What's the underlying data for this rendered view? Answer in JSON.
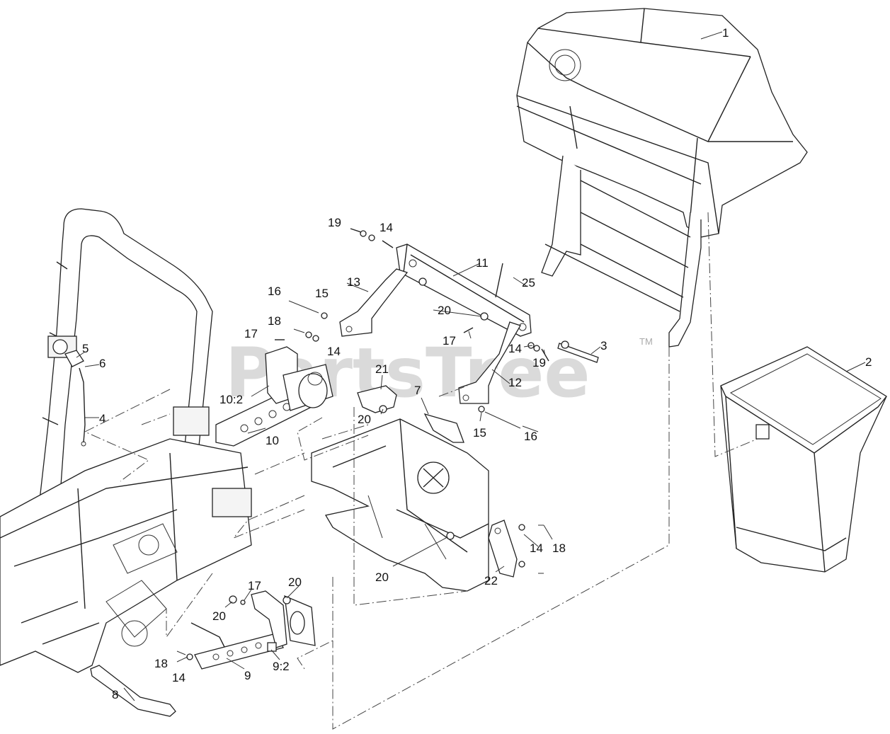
{
  "watermark": {
    "text": "PartsTree",
    "tm": "TM"
  },
  "callouts": [
    {
      "id": "c1",
      "text": "1"
    },
    {
      "id": "c2",
      "text": "2"
    },
    {
      "id": "c3",
      "text": "3"
    },
    {
      "id": "c4",
      "text": "4"
    },
    {
      "id": "c5",
      "text": "5"
    },
    {
      "id": "c6",
      "text": "6"
    },
    {
      "id": "c7",
      "text": "7"
    },
    {
      "id": "c8",
      "text": "8"
    },
    {
      "id": "c9",
      "text": "9"
    },
    {
      "id": "c9_2",
      "text": "9:2"
    },
    {
      "id": "c10",
      "text": "10"
    },
    {
      "id": "c10_2",
      "text": "10:2"
    },
    {
      "id": "c11",
      "text": "11"
    },
    {
      "id": "c12",
      "text": "12"
    },
    {
      "id": "c13",
      "text": "13"
    },
    {
      "id": "c14a",
      "text": "14"
    },
    {
      "id": "c14b",
      "text": "14"
    },
    {
      "id": "c14c",
      "text": "14"
    },
    {
      "id": "c14d",
      "text": "14"
    },
    {
      "id": "c14e",
      "text": "14"
    },
    {
      "id": "c15a",
      "text": "15"
    },
    {
      "id": "c15b",
      "text": "15"
    },
    {
      "id": "c16a",
      "text": "16"
    },
    {
      "id": "c16b",
      "text": "16"
    },
    {
      "id": "c17a",
      "text": "17"
    },
    {
      "id": "c17b",
      "text": "17"
    },
    {
      "id": "c17c",
      "text": "17"
    },
    {
      "id": "c18a",
      "text": "18"
    },
    {
      "id": "c18b",
      "text": "18"
    },
    {
      "id": "c18c",
      "text": "18"
    },
    {
      "id": "c19a",
      "text": "19"
    },
    {
      "id": "c19b",
      "text": "19"
    },
    {
      "id": "c20a",
      "text": "20"
    },
    {
      "id": "c20b",
      "text": "20"
    },
    {
      "id": "c20c",
      "text": "20"
    },
    {
      "id": "c20d",
      "text": "20"
    },
    {
      "id": "c20e",
      "text": "20"
    },
    {
      "id": "c21",
      "text": "21"
    },
    {
      "id": "c22",
      "text": "22"
    },
    {
      "id": "c25",
      "text": "25"
    }
  ]
}
